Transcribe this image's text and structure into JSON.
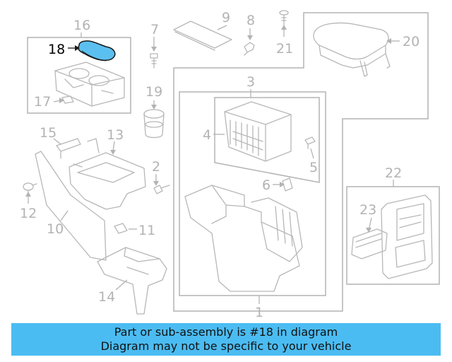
{
  "colors": {
    "banner_bg": "#4bbcf2",
    "highlight_part": "#5bc0f0",
    "line_gray": "#b3b3b3"
  },
  "callouts": {
    "n1": "1",
    "n2": "2",
    "n3": "3",
    "n4": "4",
    "n5": "5",
    "n6": "6",
    "n7": "7",
    "n8": "8",
    "n9": "9",
    "n10": "10",
    "n11": "11",
    "n12": "12",
    "n13": "13",
    "n14": "14",
    "n15": "15",
    "n16": "16",
    "n17": "17",
    "n18": "18",
    "n19": "19",
    "n20": "20",
    "n21": "21",
    "n22": "22",
    "n23": "23"
  },
  "highlighted_part": "18",
  "banner": {
    "line1": "Part or sub-assembly is #18 in diagram",
    "line2": "Diagram may not be specific to your vehicle"
  }
}
